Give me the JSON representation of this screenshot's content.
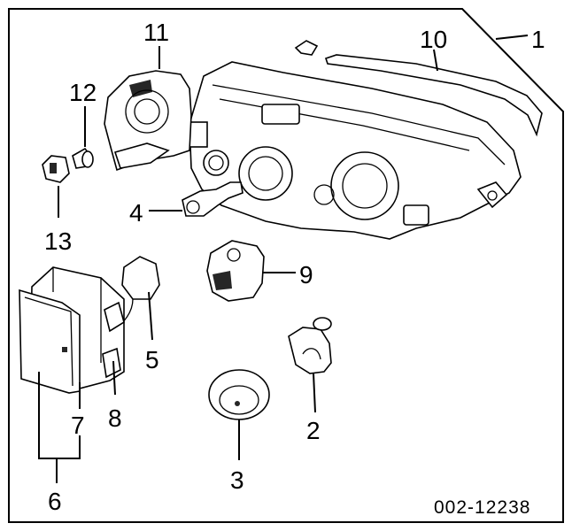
{
  "diagram": {
    "reference_code": "002-12238",
    "callouts": [
      "1",
      "10",
      "11",
      "12",
      "13",
      "4",
      "9",
      "5",
      "7",
      "8",
      "2",
      "3",
      "6"
    ]
  }
}
